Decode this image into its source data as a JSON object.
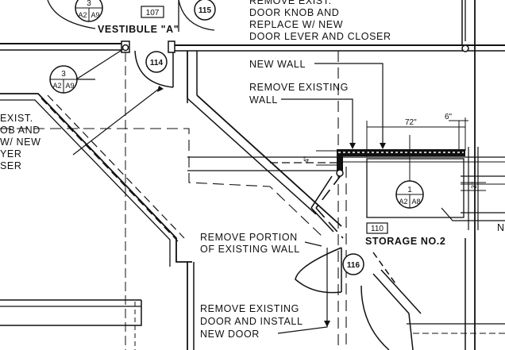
{
  "colors": {
    "ink": "#111111",
    "paper": "#ffffff"
  },
  "notes": {
    "door_knob": [
      "REMOVE EXIST.",
      "DOOR KNOB AND",
      "REPLACE W/ NEW",
      "DOOR LEVER AND CLOSER"
    ],
    "left_partial": [
      "EXIST.",
      "OB AND",
      "W/ NEW",
      "YER",
      "SER"
    ],
    "new_wall": "NEW WALL",
    "remove_wall": [
      "REMOVE EXISTING",
      "WALL"
    ],
    "remove_portion": [
      "REMOVE PORTION",
      "OF EXISTING WALL"
    ],
    "remove_door": [
      "REMOVE EXISTING",
      "DOOR AND INSTALL",
      "NEW DOOR"
    ]
  },
  "rooms": {
    "vestibule": {
      "name": "VESTIBULE \"A\"",
      "number": "107"
    },
    "storage": {
      "name": "STORAGE NO.2",
      "number": "110"
    }
  },
  "door_tags": {
    "d115": "115",
    "d114": "114",
    "d116": "116"
  },
  "details": {
    "top": {
      "num": "3",
      "ref_a": "A2",
      "ref_b": "A9"
    },
    "mid": {
      "num": "3",
      "ref_a": "A2",
      "ref_b": "A9"
    },
    "storage": {
      "num": "1",
      "ref_a": "A2",
      "ref_b": "A8"
    }
  },
  "dimensions": {
    "width": "72\"",
    "side": "6\"",
    "thick": "4\"",
    "right": "3\""
  },
  "edge_text": "N"
}
